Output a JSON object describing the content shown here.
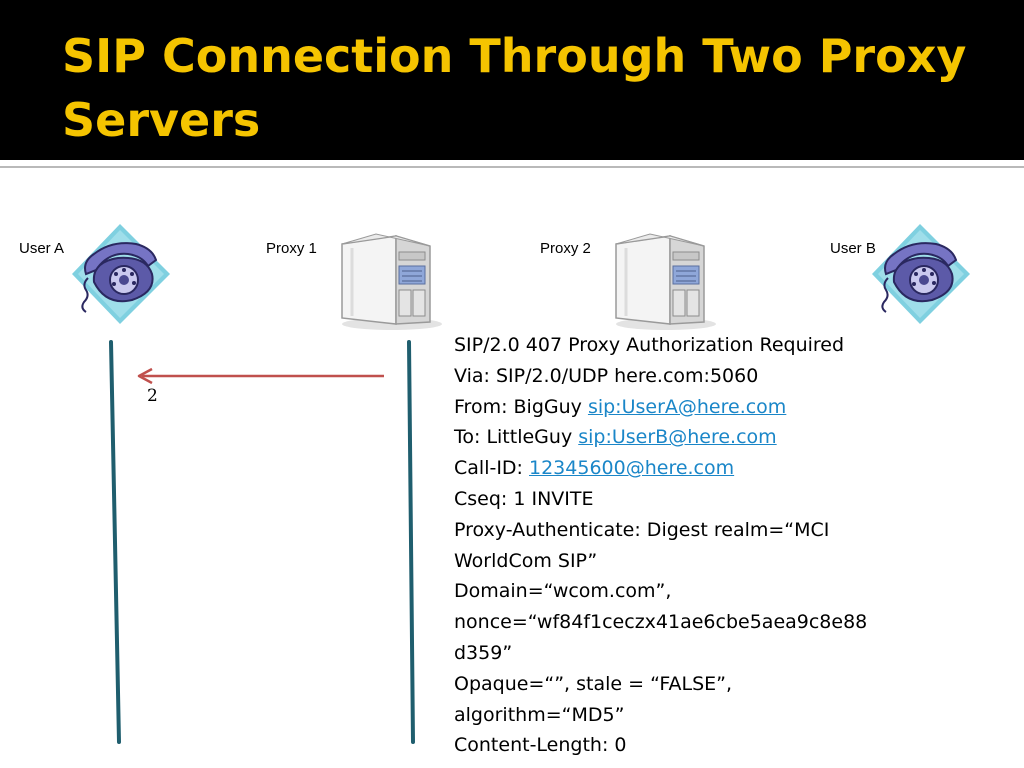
{
  "slide": {
    "title": "SIP Connection Through Two Proxy Servers"
  },
  "actors": [
    {
      "label": "User A",
      "icon": "telephone-icon"
    },
    {
      "label": "Proxy 1",
      "icon": "server-icon"
    },
    {
      "label": "Proxy 2",
      "icon": "server-icon"
    },
    {
      "label": "User B",
      "icon": "telephone-icon"
    }
  ],
  "arrow": {
    "step": "2",
    "from": "Proxy 1",
    "to": "User A",
    "color": "#c0504d"
  },
  "lifeline_color": "#1f5e6e",
  "message": {
    "lines": [
      {
        "text": "SIP/2.0 407 Proxy Authorization Required"
      },
      {
        "text": "Via: SIP/2.0/UDP here.com:5060"
      },
      {
        "text": "From: BigGuy ",
        "link": "sip:UserA@here.com"
      },
      {
        "text": "To: LittleGuy ",
        "link": "sip:UserB@here.com"
      },
      {
        "text": "Call-ID: ",
        "link": "12345600@here.com"
      },
      {
        "text": "Cseq: 1 INVITE"
      },
      {
        "text": "Proxy-Authenticate: Digest realm=“MCI"
      },
      {
        "text": "WorldCom SIP”"
      },
      {
        "text": "Domain=“wcom.com”,"
      },
      {
        "text": "nonce=“wf84f1ceczx41ae6cbe5aea9c8e88"
      },
      {
        "text": "d359”"
      },
      {
        "text": "Opaque=“”, stale = “FALSE”,"
      },
      {
        "text": "algorithm=“MD5”"
      },
      {
        "text": "Content-Length: 0"
      }
    ]
  },
  "colors": {
    "title_bg": "#000000",
    "title_text": "#f5c400",
    "link": "#1a86c8"
  }
}
